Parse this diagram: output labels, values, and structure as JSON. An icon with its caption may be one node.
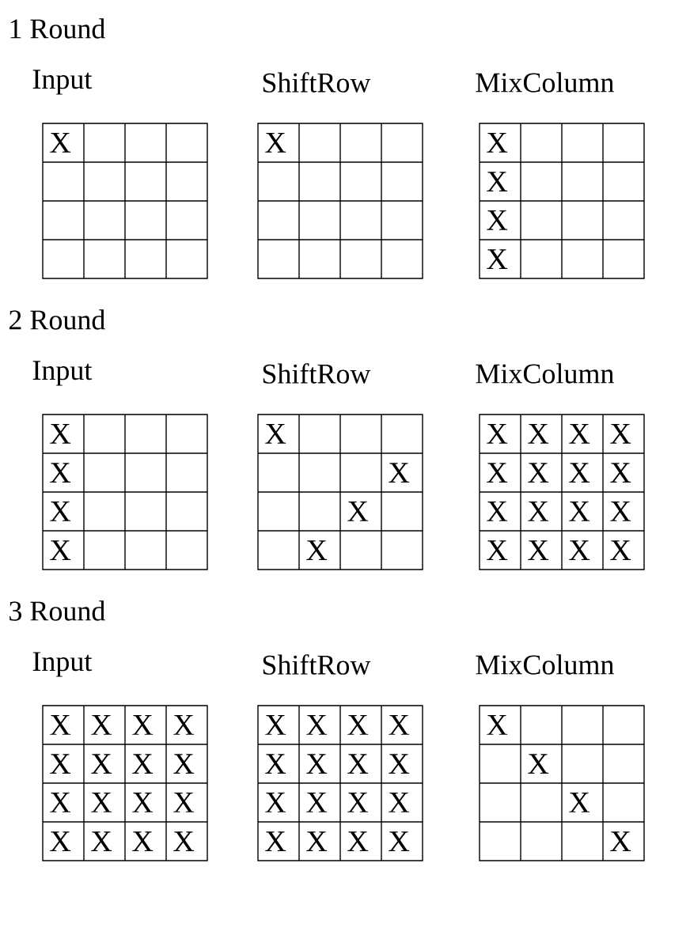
{
  "diagram": {
    "labels": [
      "1 Round",
      "Input",
      "ShiftRow",
      "MixColumn",
      "X",
      "X",
      "X",
      "X",
      "X",
      "X",
      "2 Round",
      "Input",
      "ShiftRow",
      "MixColumn",
      "X",
      "X",
      "X",
      "X",
      "X",
      "X",
      "X",
      "X",
      "X",
      "X",
      "X",
      "X",
      "X",
      "X",
      "X",
      "X",
      "X",
      "X",
      "X",
      "X",
      "X",
      "X",
      "X",
      "X",
      "3 Round",
      "Input",
      "ShiftRow",
      "MixColumn",
      "X",
      "X",
      "X",
      "X",
      "X",
      "X",
      "X",
      "X",
      "X",
      "X",
      "X",
      "X",
      "X",
      "X",
      "X",
      "X",
      "X",
      "X",
      "X",
      "X",
      "X",
      "X",
      "X",
      "X",
      "X",
      "X",
      "X",
      "X",
      "X",
      "X",
      "X",
      "X",
      "X",
      "X",
      "X",
      "X"
    ]
  }
}
